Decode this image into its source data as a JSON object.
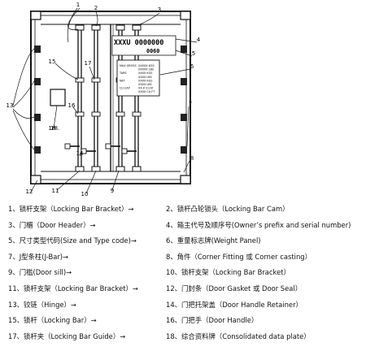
{
  "diagram": {
    "callouts": [
      "1",
      "2",
      "3",
      "4",
      "5",
      "6",
      "7",
      "8",
      "9",
      "10",
      "11",
      "12",
      "13",
      "14",
      "15",
      "16",
      "17",
      "18"
    ],
    "inset_label": "18.",
    "plate": {
      "serial": "XXXU 0000000",
      "type_code": "0060"
    },
    "panel_lines": [
      "MAX GROSS",
      "TARE",
      "NET",
      "CU.CAP",
      "XXXXX KGS",
      "XXXXX LBS",
      "XXXX KGS",
      "XXXX LBS",
      "XXXX KGS",
      "XXXX LBS",
      "XX.X CU.M",
      "XXXX CU.FT"
    ]
  },
  "legend": [
    {
      "left": "1、锁杆支架（Locking Bar Bracket）→",
      "right": "2、锁杆凸轮锁头（Locking Bar Cam）"
    },
    {
      "left": "3、门楣（Door Header）→",
      "right": "4、箱主代号及顺序号(Owner’s prefix and serial number)"
    },
    {
      "left": "5、尺寸类型代码(Size and Type code)→",
      "right": "6、重量标志牌(Weight Panel)"
    },
    {
      "left": "7、J型条柱(J-Bar)→",
      "right": "8、角件（Corner Fitting 或 Corner casting）"
    },
    {
      "left": "9、门槛(Door sill)→",
      "right": "10、锁杆支架（Locking Bar Bracket）"
    },
    {
      "left": "11、锁杆支架（Locking Bar Bracket）→",
      "right": "12、门封条（Door Gasket 或 Door Seal）"
    },
    {
      "left": "13、铰链（Hinge）→",
      "right": "14、门把托架盖（Door Handle Retainer）"
    },
    {
      "left": "15、锁杆（Locking Bar）→",
      "right": "16、门把手（Door Handle）"
    },
    {
      "left": "17、锁杆夹（Locking Bar Guide）→",
      "right": "18、综合资料牌（Consolidated data plate）"
    }
  ]
}
